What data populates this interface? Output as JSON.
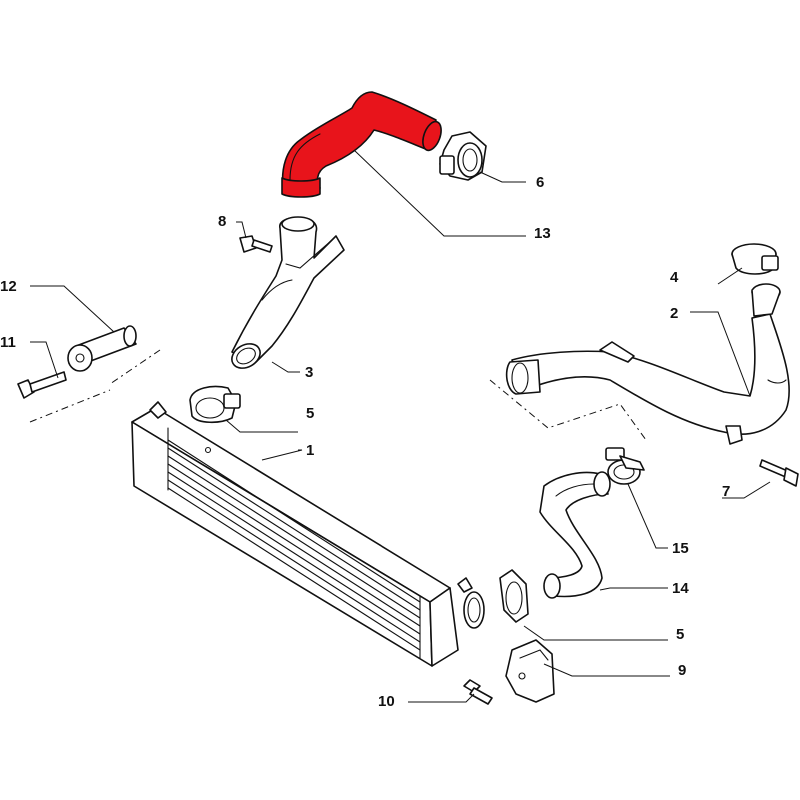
{
  "colors": {
    "highlight": "#e8141b",
    "line": "#111111",
    "background": "#ffffff"
  },
  "callouts": {
    "p1": "1",
    "p2": "2",
    "p3": "3",
    "p4": "4",
    "p5a": "5",
    "p5b": "5",
    "p6": "6",
    "p7": "7",
    "p8": "8",
    "p9": "9",
    "p10": "10",
    "p11": "11",
    "p12": "12",
    "p13": "13",
    "p14": "14",
    "p15": "15"
  }
}
